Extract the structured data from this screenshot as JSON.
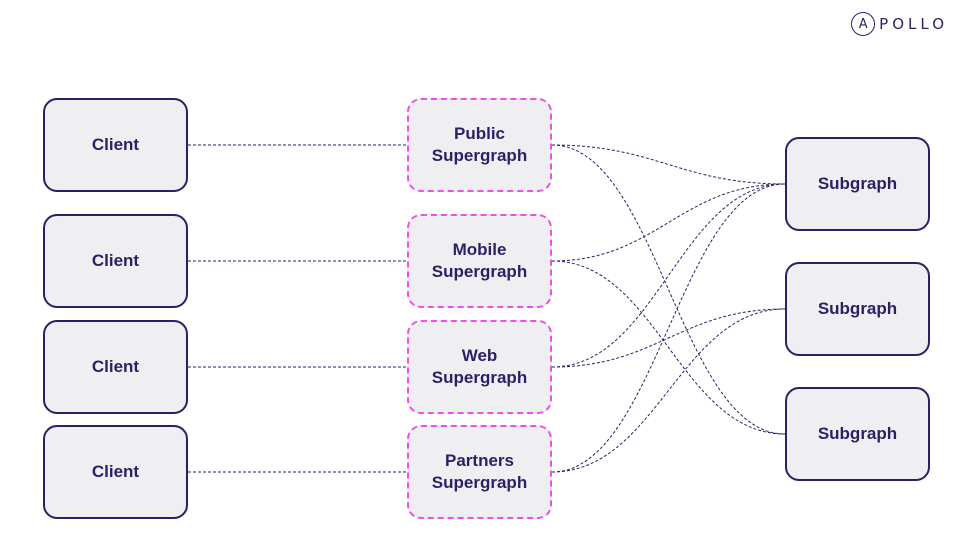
{
  "logo": {
    "initial": "A",
    "rest": "POLLO"
  },
  "clients": [
    {
      "label": "Client"
    },
    {
      "label": "Client"
    },
    {
      "label": "Client"
    },
    {
      "label": "Client"
    }
  ],
  "supergraphs": [
    {
      "label": "Public\nSupergraph"
    },
    {
      "label": "Mobile\nSupergraph"
    },
    {
      "label": "Web\nSupergraph"
    },
    {
      "label": "Partners\nSupergraph"
    }
  ],
  "subgraphs": [
    {
      "label": "Subgraph"
    },
    {
      "label": "Subgraph"
    },
    {
      "label": "Subgraph"
    }
  ],
  "links": {
    "client_to_supergraph": [
      [
        0,
        0
      ],
      [
        1,
        1
      ],
      [
        2,
        2
      ],
      [
        3,
        3
      ]
    ],
    "supergraph_to_subgraph": [
      [
        0,
        0
      ],
      [
        0,
        2
      ],
      [
        1,
        0
      ],
      [
        1,
        2
      ],
      [
        2,
        0
      ],
      [
        2,
        1
      ],
      [
        3,
        0
      ],
      [
        3,
        1
      ]
    ]
  },
  "colors": {
    "node_border": "#2d1f66",
    "node_fill": "#efeff1",
    "supergraph_border": "#ee4fe6",
    "link": "#2d1f66"
  }
}
